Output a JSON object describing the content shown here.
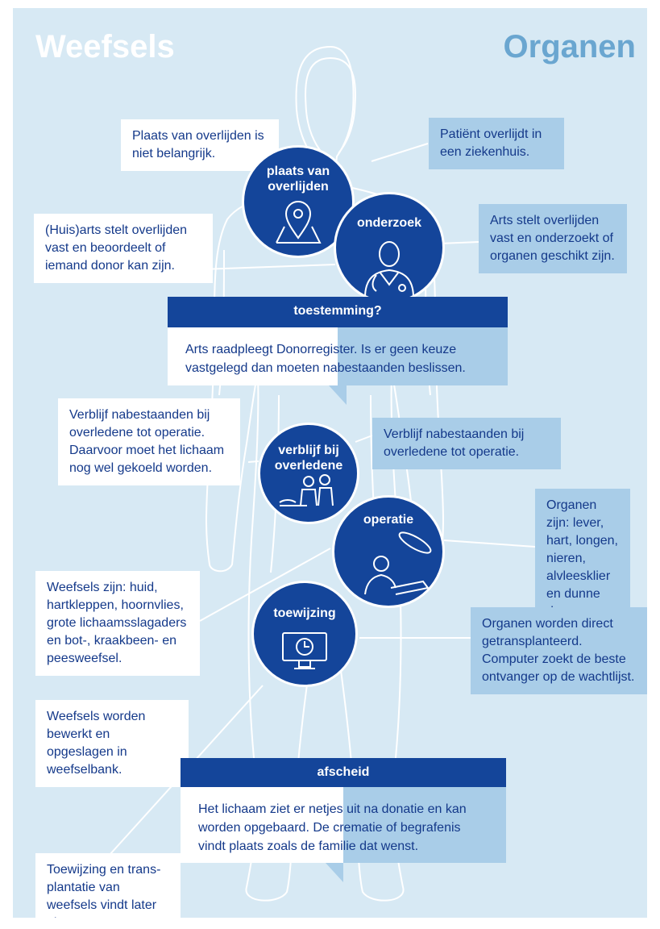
{
  "titles": {
    "left": "Weefsels",
    "right": "Organen"
  },
  "colors": {
    "panel": "#d7e9f4",
    "dark_blue": "#14459a",
    "light_blue": "#a9cde8",
    "text": "#14398a",
    "title_right": "#6aa6d0"
  },
  "left_boxes": {
    "plaats": "Plaats van overlijden is niet belangrijk.",
    "onderzoek": "(Huis)arts stelt overlijden vast en beoordeelt of iemand donor kan zijn.",
    "verblijf": "Verblijf nabestaanden bij overledene tot operatie. Daarvoor moet het lichaam nog wel gekoeld worden.",
    "weefsels": "Weefsels zijn: huid, hartkleppen, hoornvlies, grote lichaamsslagaders en bot-, kraakbeen- en peesweefsel.",
    "bewerkt": "Weefsels worden bewerkt en opgeslagen in weefselbank.",
    "toewijzing": "Toewijzing en trans-plantatie van weefsels vindt later plaats."
  },
  "right_boxes": {
    "plaats": "Patiënt overlijdt in een ziekenhuis.",
    "onderzoek": "Arts stelt overlijden vast en onderzoekt of organen geschikt zijn.",
    "verblijf": "Verblijf nabestaanden bij overledene tot operatie.",
    "organen": "Organen zijn: lever, hart, longen, nieren, alvleesklier en dunne darm.",
    "toewijzing": "Organen worden direct getransplanteerd. Computer zoekt de beste ontvanger op de wachtlijst."
  },
  "circles": {
    "plaats": "plaats van overlijden",
    "onderzoek": "onderzoek",
    "verblijf": "verblijf bij overledene",
    "operatie": "operatie",
    "toewijzing": "toewijzing"
  },
  "icons": {
    "plaats": "map-pin-icon",
    "onderzoek": "doctor-icon",
    "verblijf": "mourners-icon",
    "operatie": "surgeon-icon",
    "toewijzing": "computer-clock-icon"
  },
  "toestemming": {
    "heading": "toestemming?",
    "text": "Arts raadpleegt Donorregister. Is er geen keuze vastgelegd dan moeten nabestaanden beslissen."
  },
  "afscheid": {
    "heading": "afscheid",
    "text": "Het lichaam ziet er netjes uit na donatie en kan worden opgebaard. De crematie of begrafenis vindt plaats zoals de familie dat wenst."
  }
}
